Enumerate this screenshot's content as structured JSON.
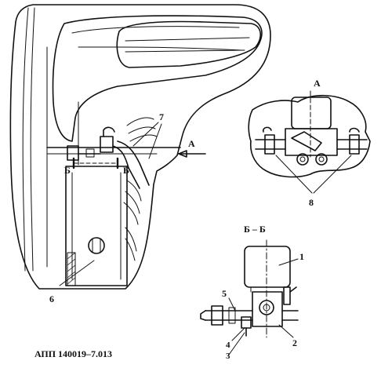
{
  "labels": {
    "callout_1": "1",
    "callout_2": "2",
    "callout_3": "3",
    "callout_4": "4",
    "callout_5": "5",
    "callout_6": "6",
    "callout_7": "7",
    "callout_8": "8",
    "view_A_arrow": "А",
    "view_A_title": "А",
    "section_mark_left": "Б",
    "section_mark_right": "Б",
    "section_title": "Б – Б",
    "figure_code": "АПП 140019–7.013"
  },
  "colors": {
    "ink": "#111111",
    "paper": "#ffffff"
  }
}
